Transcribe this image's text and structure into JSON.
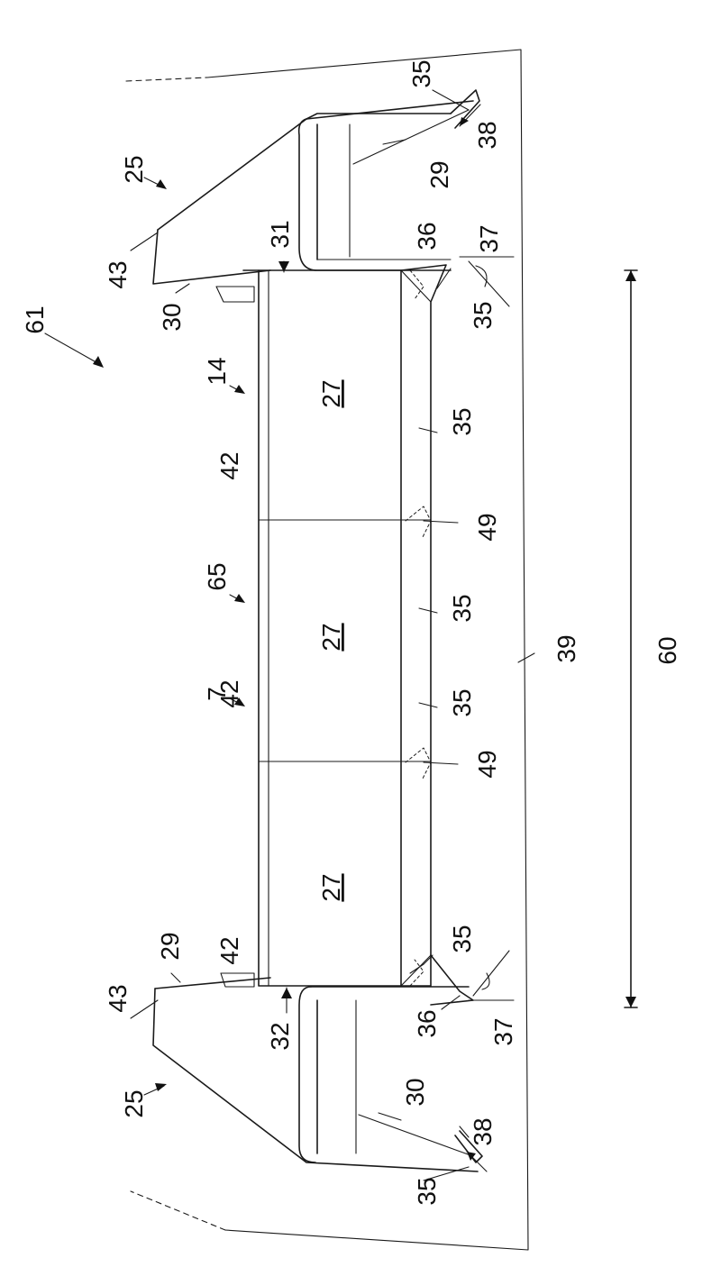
{
  "labels": {
    "l61": "61",
    "l25a": "25",
    "l25b": "25",
    "l43a": "43",
    "l43b": "43",
    "l30a": "30",
    "l30b": "30",
    "l31": "31",
    "l32": "32",
    "l14": "14",
    "l65": "65",
    "l7": "7",
    "l42a": "42",
    "l42b": "42",
    "l42c": "42",
    "l27a": "27",
    "l27b": "27",
    "l27c": "27",
    "l35a": "35",
    "l35b": "35",
    "l35c": "35",
    "l35d": "35",
    "l35e": "35",
    "l35f": "35",
    "l35g": "35",
    "l29a": "29",
    "l29b": "29",
    "l38a": "38",
    "l38b": "38",
    "l36a": "36",
    "l36b": "36",
    "l37a": "37",
    "l37b": "37",
    "l49a": "49",
    "l49b": "49",
    "l39": "39",
    "l60": "60"
  }
}
